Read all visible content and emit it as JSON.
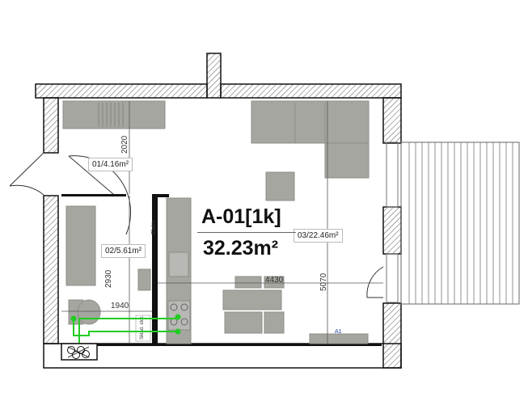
{
  "apartment": {
    "code": "A-01[1k]",
    "total_area": "32.23m²"
  },
  "rooms": [
    {
      "id": "room-01",
      "label": "01/4.16m²"
    },
    {
      "id": "room-02",
      "label": "02/5.61m²"
    },
    {
      "id": "room-03",
      "label": "03/22.46m²"
    }
  ],
  "dimensions": {
    "d2020": "2020",
    "d2930": "2930",
    "d1940": "1940",
    "d4430": "4430",
    "d5070": "5070"
  },
  "annotations": {
    "small_vertical": "Elektr.",
    "closet_note": "Skład.\nstor.",
    "marker": "A1"
  },
  "colors": {
    "wall": "#111111",
    "furniture": "#a6a6a1",
    "furniture_stroke": "#8d8d88",
    "installation": "#22cc22",
    "hatch": "#555555"
  }
}
